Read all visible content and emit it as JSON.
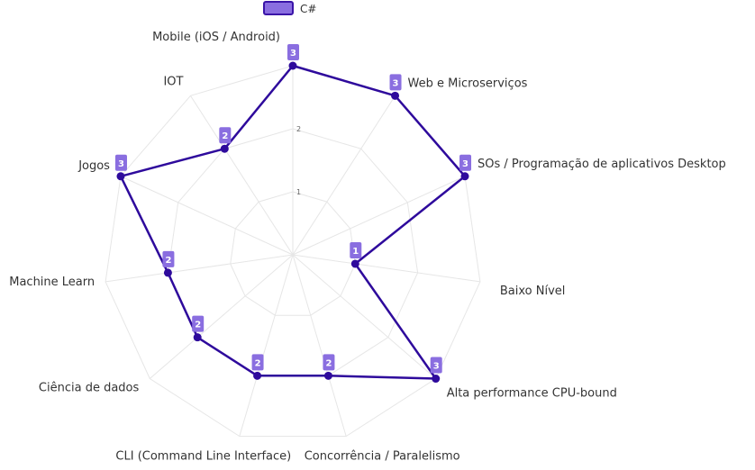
{
  "chart_data": {
    "type": "radar",
    "title": "",
    "categories": [
      "Mobile (iOS / Android)",
      "Web e Microserviços",
      "SOs / Programação de aplicativos Desktop",
      "Baixo Nível",
      "Alta performance CPU-bound",
      "Concorrência / Paralelismo",
      "CLI (Command Line Interface)",
      "Ciência de dados",
      "Machine Learn",
      "Jogos",
      "IOT"
    ],
    "series": [
      {
        "name": "C#",
        "values": [
          3,
          3,
          3,
          1,
          3,
          2,
          2,
          2,
          2,
          3,
          2
        ]
      }
    ],
    "rlim": [
      0,
      3
    ],
    "ticks": [
      1,
      2
    ],
    "tick_labels": [
      "1",
      "2"
    ],
    "grid": true,
    "legend": "top-center",
    "colors": {
      "line": "#2e0a9c",
      "fill_badge": "#8a6ee0",
      "legend_fill": "#8a6ee0",
      "legend_stroke": "#3a14a8",
      "grid": "#e6e6e6"
    }
  }
}
